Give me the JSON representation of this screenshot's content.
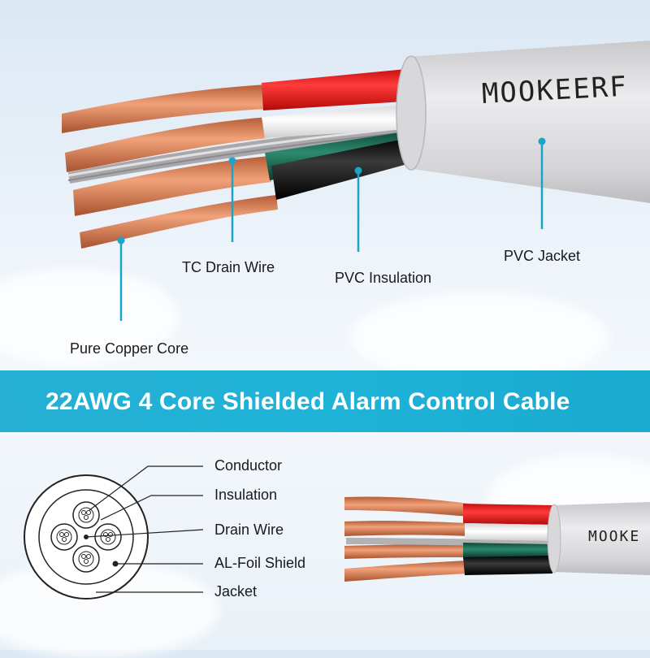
{
  "brand": {
    "top_text": "MOOKEERF",
    "bottom_text": "MOOKE"
  },
  "callouts": {
    "pure_copper_core": "Pure Copper Core",
    "tc_drain_wire": "TC Drain Wire",
    "pvc_insulation": "PVC Insulation",
    "pvc_jacket": "PVC Jacket"
  },
  "banner": {
    "title": "22AWG 4 Core Shielded Alarm Control Cable"
  },
  "cross_section": {
    "labels": [
      "Conductor",
      "Insulation",
      "Drain Wire",
      "AL-Foil Shield",
      "Jacket"
    ]
  },
  "colors": {
    "banner": "#1fb3d8",
    "leader": "#1aa4c8",
    "jacket": "#dcdcde",
    "copper": "#d9825b",
    "red_insulation": "#f21f1f",
    "green_insulation": "#1e6b55",
    "black_insulation": "#141414",
    "white_insulation": "#f1f1f1"
  }
}
